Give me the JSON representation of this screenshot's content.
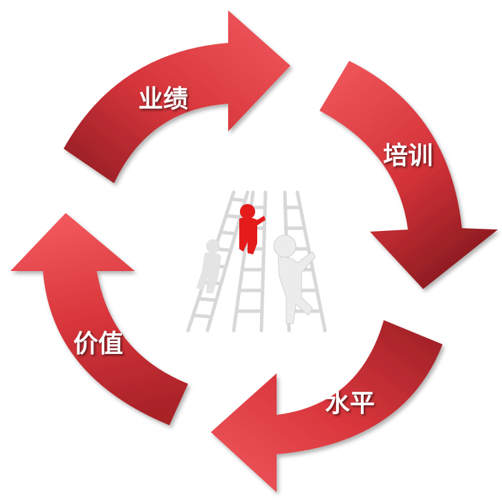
{
  "cycle": {
    "steps": [
      {
        "label": "业绩",
        "direction": "right"
      },
      {
        "label": "培训",
        "direction": "down"
      },
      {
        "label": "水平",
        "direction": "left"
      },
      {
        "label": "价值",
        "direction": "up"
      }
    ],
    "colors": {
      "arrow_light": "#f0555a",
      "arrow_dark": "#8e1c22",
      "figure_highlight": "#e31b1b"
    }
  }
}
